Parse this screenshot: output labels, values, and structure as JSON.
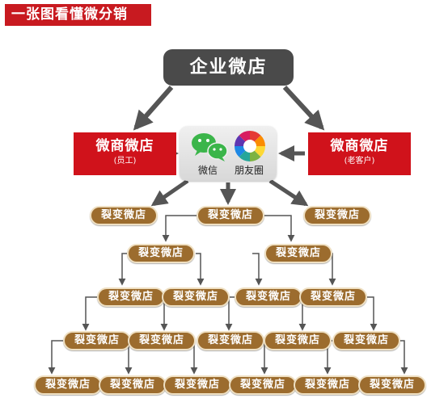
{
  "title": "一张图看懂微分销",
  "enterprise_label": "企业微店",
  "left_box": {
    "main": "微商微店",
    "sub": "(员工)"
  },
  "right_box": {
    "main": "微商微店",
    "sub": "(老客户)"
  },
  "hub": {
    "wechat_label": "微信",
    "moments_label": "朋友圈"
  },
  "node_label": "裂变微店",
  "colors": {
    "title_red": "#c81a20",
    "box_red": "#d0121b",
    "dark": "#4a4a4a",
    "node_brown": "#9c6c2e",
    "wechat_green": "#3bb54a"
  }
}
